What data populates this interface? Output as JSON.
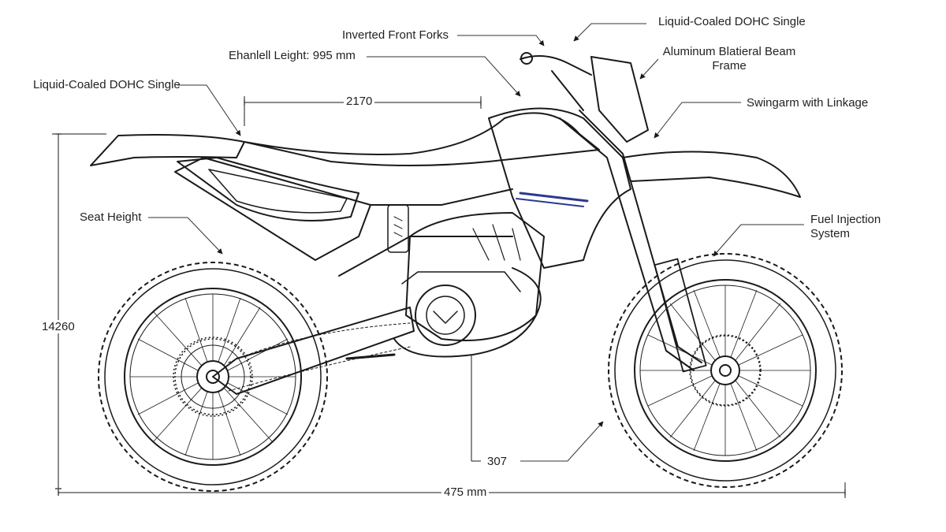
{
  "labels": {
    "top_right_engine": "Liquid-Coaled DOHC Single",
    "inverted_forks": "Inverted Front Forks",
    "seat_height_top": "Ehanlell Leight: 995 mm",
    "frame_line1": "Aluminum Blatieral Beam",
    "frame_line2": "Frame",
    "left_engine": "Liquid-Coaled DOHC Single",
    "swingarm": "Swingarm with Linkage",
    "seat_height": "Seat Height",
    "fuel_injection_line1": "Fuel Injection",
    "fuel_injection_line2": "System"
  },
  "dimensions": {
    "length_top": "2170",
    "height_left": "14260",
    "ground_clearance": "307",
    "wheelbase": "475 mm"
  },
  "colors": {
    "line": "#1a1a1a",
    "accent_stripe": "#2b3a8f",
    "background": "#ffffff"
  }
}
